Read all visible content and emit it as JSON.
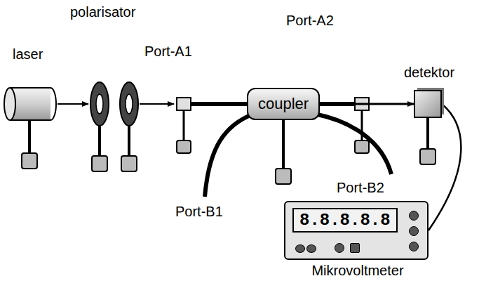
{
  "diagram": {
    "nodes": [
      {
        "text": [
          "coupler"
        ]
      },
      {
        "text": [
          "detektor"
        ]
      },
      {
        "text": [
          "8.8.8.8.8",
          "Mikrovoltmeter"
        ]
      }
    ],
    "edges": [
      {
        "from": 0,
        "to": 1,
        "arrow": "to"
      },
      {
        "from": 1,
        "to": 2,
        "arrow": "none"
      }
    ],
    "labels": [
      "laser",
      "polarisator",
      "Port-A1",
      "Port-A2",
      "Port-B1",
      "Port-B2"
    ]
  }
}
